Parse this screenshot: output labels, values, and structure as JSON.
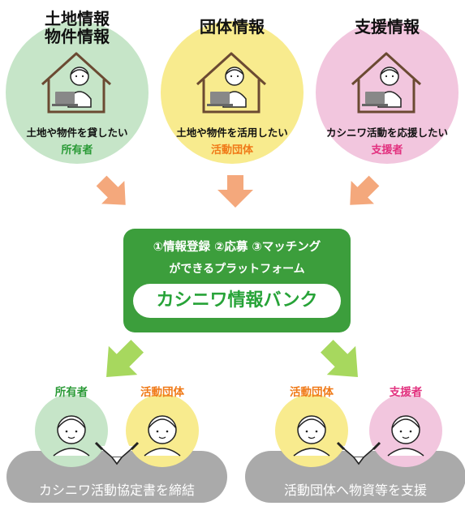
{
  "colors": {
    "owner_circle": "#c6e5c8",
    "group_circle": "#f8eb8e",
    "supporter_circle": "#f2c6de",
    "owner_text": "#2a9a36",
    "group_text": "#f07a18",
    "supporter_text": "#e2317f",
    "arrow_orange": "#f4a87c",
    "arrow_green": "#a7d85e",
    "platform_green": "#3c9e3c",
    "bank_text": "#27a338",
    "result_gray": "#aaaaaa"
  },
  "columns": [
    {
      "title_lines": [
        "土地情報",
        "物件情報"
      ],
      "description": "土地や物件を貸したい",
      "role": "所有者",
      "icon": "person-at-laptop-in-house-icon"
    },
    {
      "title_lines": [
        "団体情報"
      ],
      "description": "土地や物件を活用したい",
      "role": "活動団体",
      "icon": "person-at-laptop-in-house-icon"
    },
    {
      "title_lines": [
        "支援情報"
      ],
      "description": "カシニワ活動を応援したい",
      "role": "支援者",
      "icon": "person-at-laptop-in-house-icon"
    }
  ],
  "platform": {
    "steps": "①情報登録 ②応募 ③マッチング",
    "subtitle": "ができるプラットフォーム",
    "name": "カシニワ情報バンク"
  },
  "results": [
    {
      "left_label": "所有者",
      "right_label": "活動団体",
      "text": "カシニワ活動協定書を締結",
      "icon": "handshake-icon"
    },
    {
      "left_label": "活動団体",
      "right_label": "支援者",
      "text": "活動団体へ物資等を支援",
      "icon": "handshake-icon"
    }
  ]
}
